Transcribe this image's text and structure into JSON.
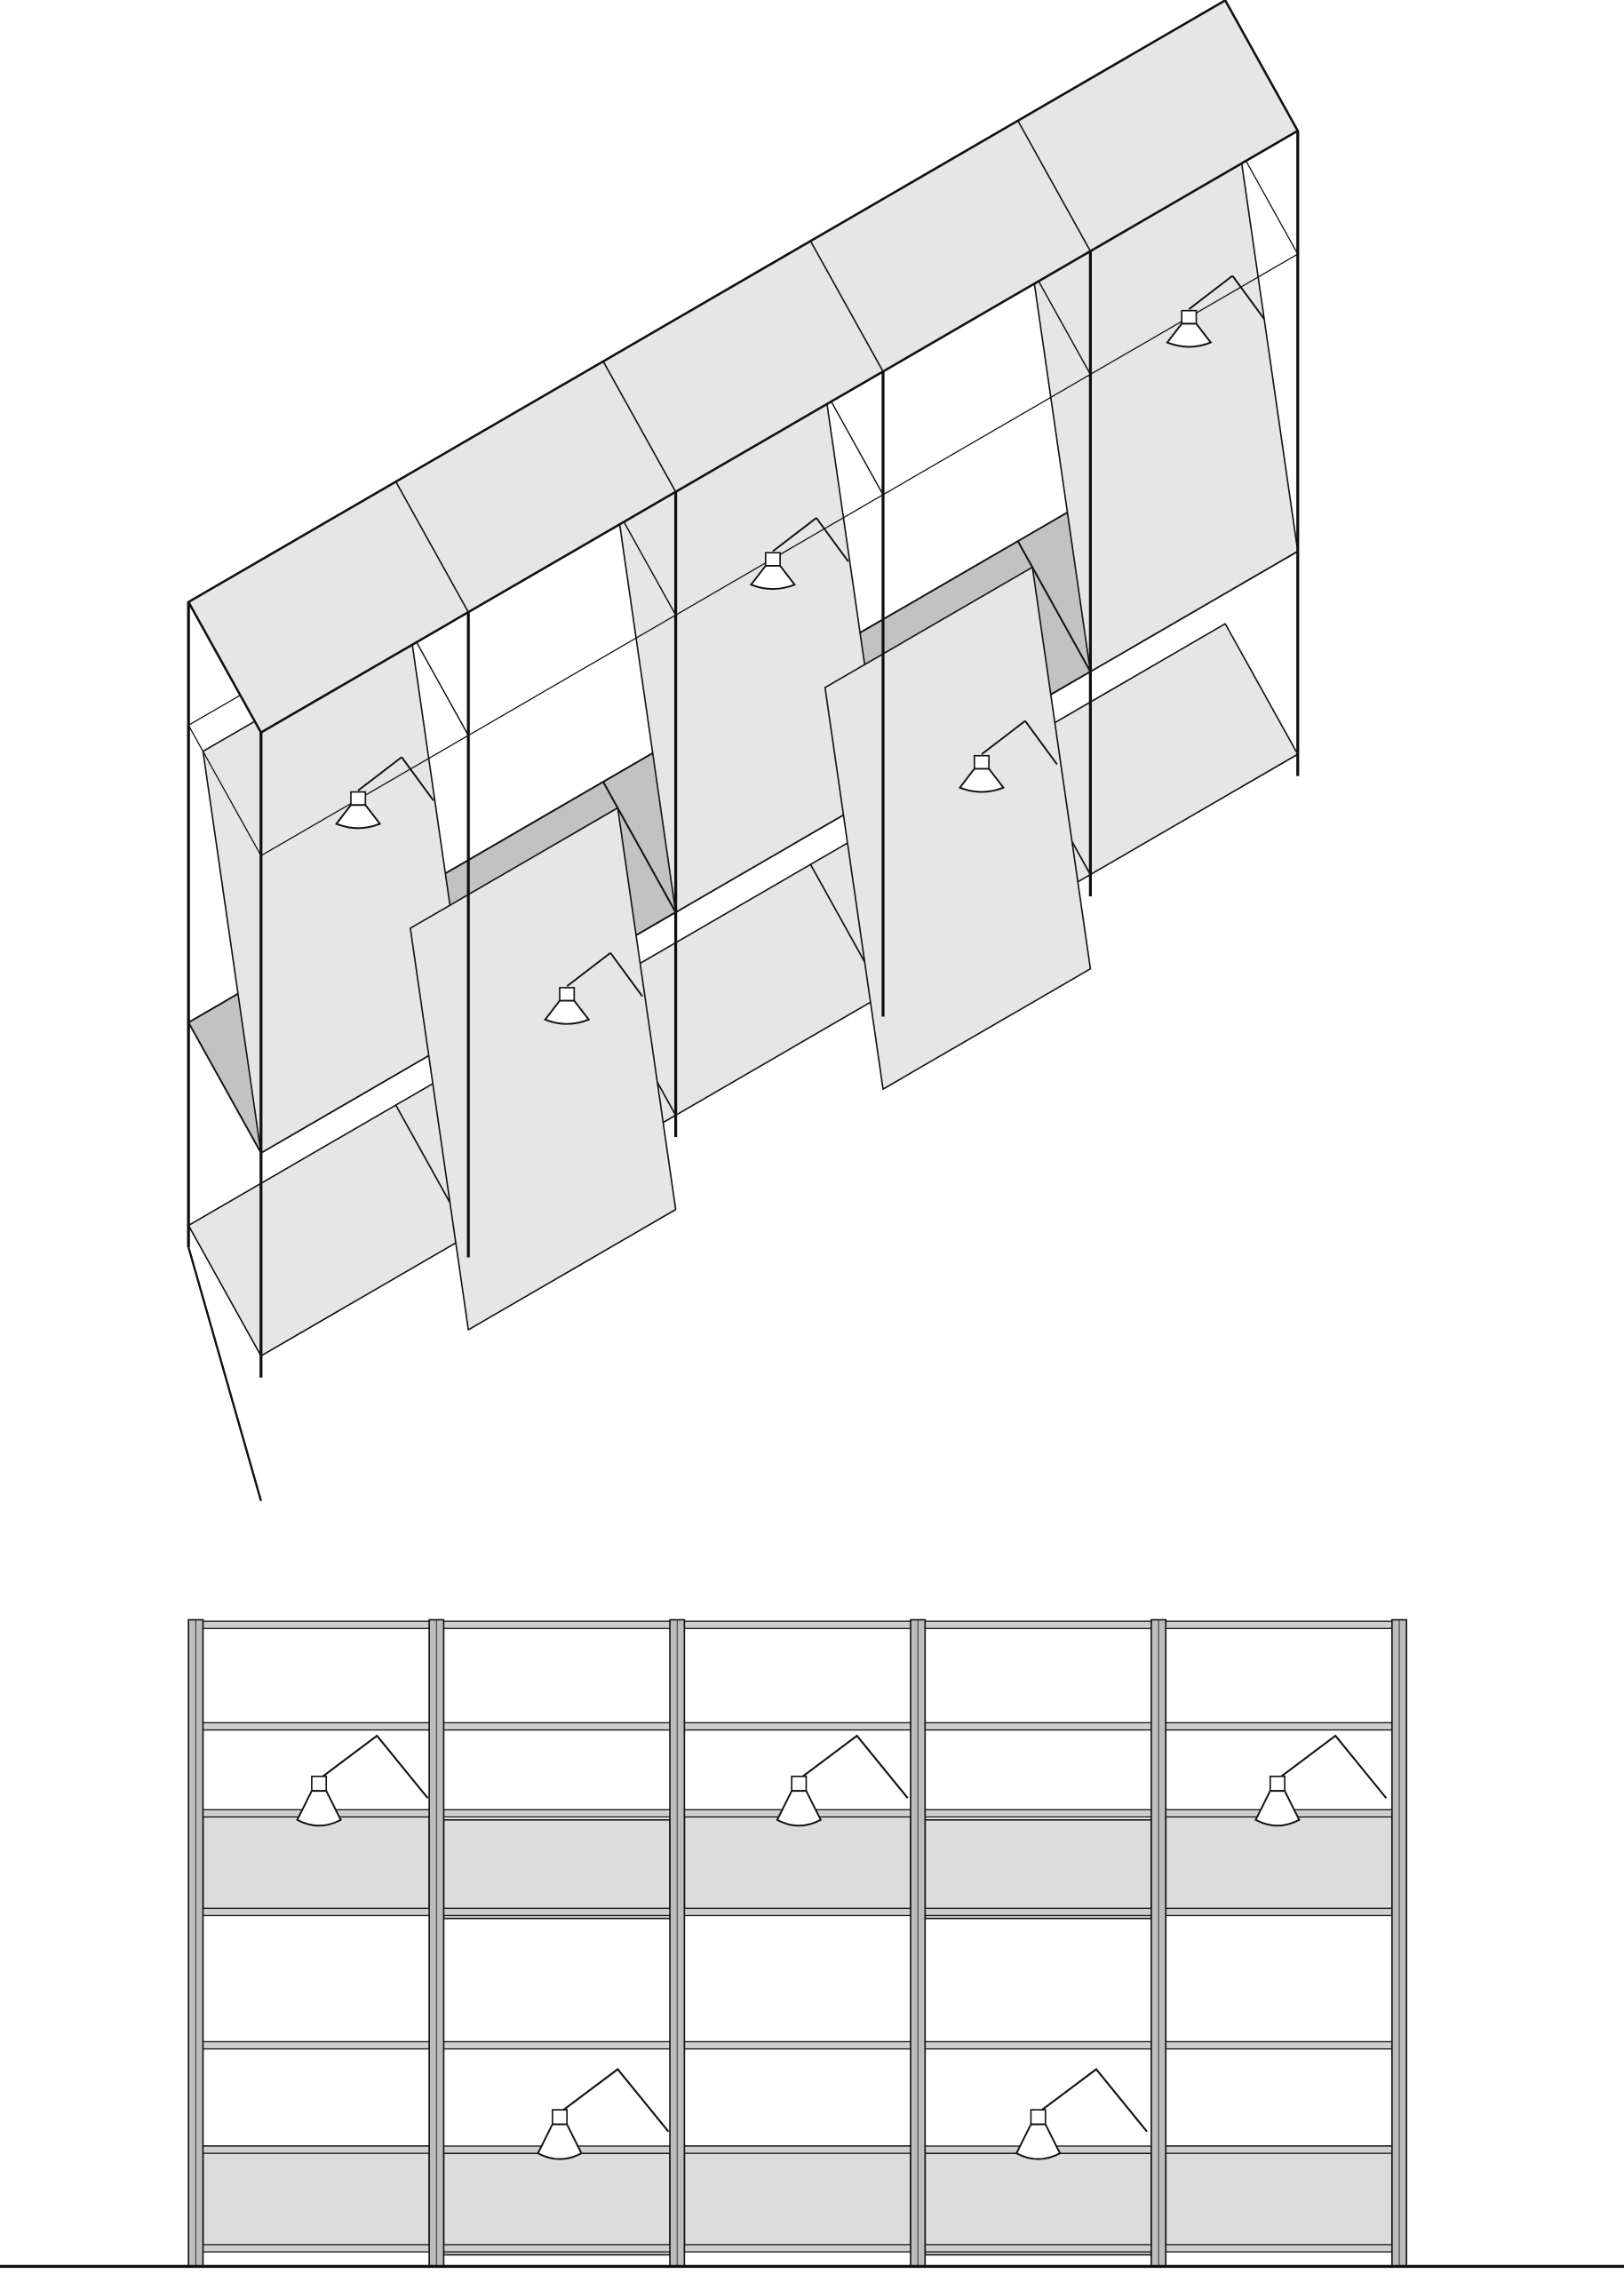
{
  "drawing": {
    "views": [
      "axonometric",
      "elevation"
    ],
    "bays": 5,
    "shelf_rows": 2,
    "lamps_upper_row_bays": [
      1,
      3,
      5
    ],
    "lamps_lower_row_bays": [
      2,
      4
    ]
  },
  "colors": {
    "line": "#111111",
    "panel_light": "#e6e6e6",
    "panel_dark": "#c2c2c2",
    "post_fill": "#bdbdbd",
    "background": "#ffffff"
  }
}
